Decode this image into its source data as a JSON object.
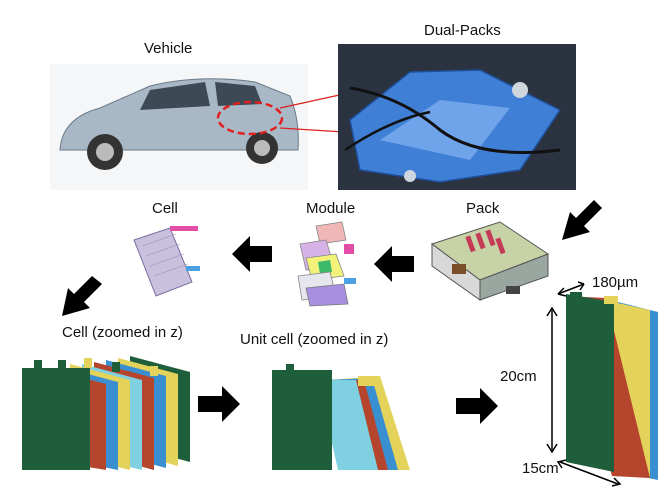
{
  "labels": {
    "vehicle": "Vehicle",
    "dual_packs": "Dual-Packs",
    "cell": "Cell",
    "module": "Module",
    "pack": "Pack",
    "cell_zoomed": "Cell (zoomed in z)",
    "unit_cell_zoomed": "Unit cell (zoomed in z)"
  },
  "dimensions": {
    "thickness": "180µm",
    "height": "20cm",
    "width": "15cm"
  },
  "colors": {
    "cell_green": "#1f5e3a",
    "layer_yellow": "#e4d35a",
    "layer_blue": "#3a8fd0",
    "layer_red": "#b5452d",
    "layer_cyan": "#7fd0e0",
    "pack_blue": "#3f7fd6",
    "car_silver": "#a9b8c6",
    "arrow": "#000000"
  },
  "icons": [
    "car-image",
    "battery-pack-chassis-image",
    "cell-image",
    "module-image",
    "pack-image"
  ]
}
